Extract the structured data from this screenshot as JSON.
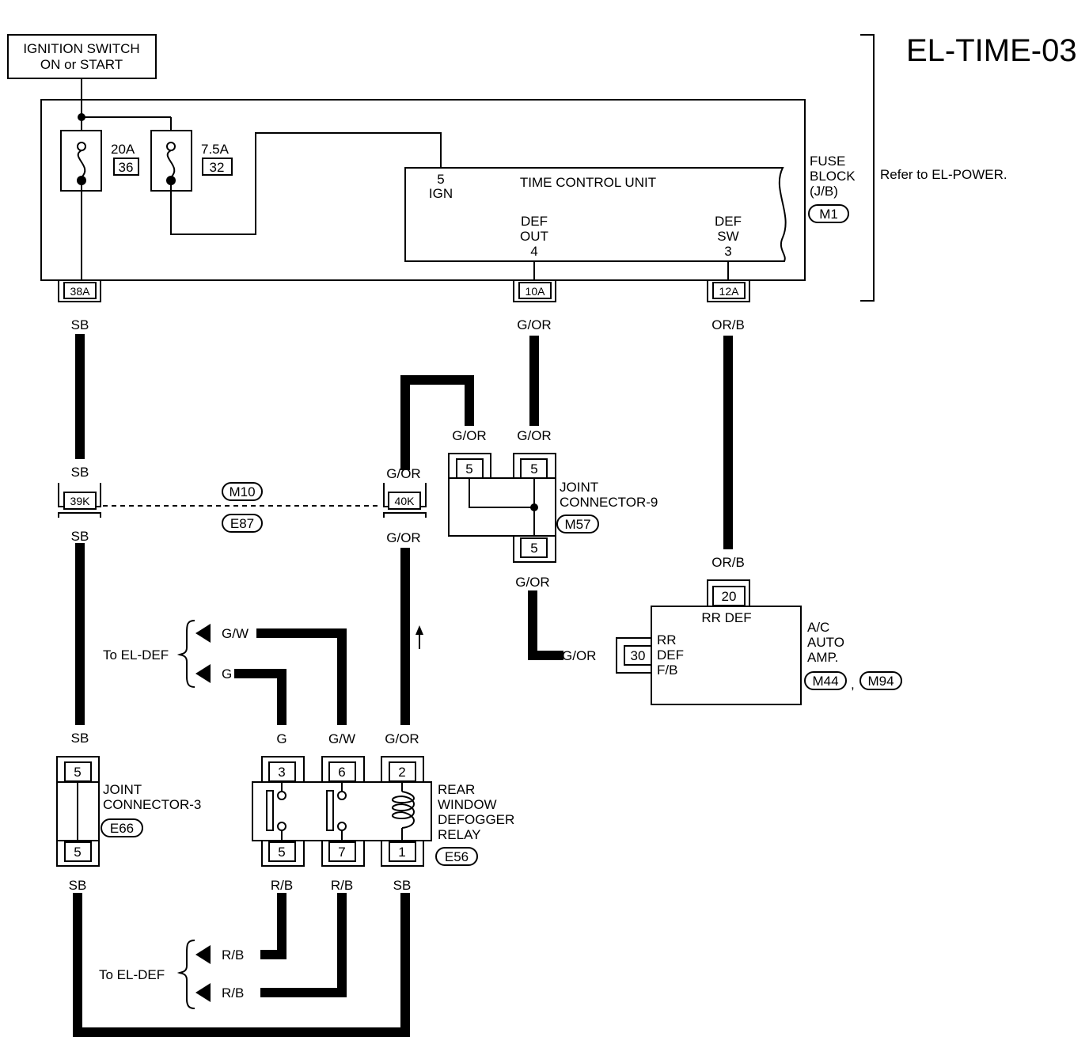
{
  "title": "EL-TIME-03",
  "ignition_switch": {
    "line1": "IGNITION SWITCH",
    "line2": "ON or START"
  },
  "fuses": [
    {
      "rating": "20A",
      "number": "36"
    },
    {
      "rating": "7.5A",
      "number": "32"
    }
  ],
  "fuse_block": {
    "line1": "FUSE",
    "line2": "BLOCK",
    "line3": "(J/B)",
    "connector": "M1",
    "refer": "Refer to EL-POWER."
  },
  "time_control_unit": {
    "title": "TIME CONTROL UNIT",
    "ign_pin": "5",
    "ign_label": "IGN",
    "def_out_l1": "DEF",
    "def_out_l2": "OUT",
    "def_out_pin": "4",
    "def_sw_l1": "DEF",
    "def_sw_l2": "SW",
    "def_sw_pin": "3"
  },
  "terminals": {
    "t38a": "38A",
    "t10a": "10A",
    "t12a": "12A",
    "t39k": "39K",
    "t40k": "40K"
  },
  "wire_colors": {
    "sb": "SB",
    "g_or": "G/OR",
    "or_b": "OR/B",
    "g_w": "G/W",
    "g": "G",
    "r_b": "R/B"
  },
  "harness": {
    "m10": "M10",
    "e87": "E87"
  },
  "joint_connector_9": {
    "line1": "JOINT",
    "line2": "CONNECTOR-9",
    "code": "M57",
    "pin": "5"
  },
  "ac_amp": {
    "pin_top": "20",
    "rr_def": "RR DEF",
    "pin_side": "30",
    "side_l1": "RR",
    "side_l2": "DEF",
    "side_l3": "F/B",
    "name_l1": "A/C",
    "name_l2": "AUTO",
    "name_l3": "AMP.",
    "code1": "M44",
    "code2": "M94",
    "sep": ","
  },
  "to_el_def": "To EL-DEF",
  "joint_connector_3": {
    "line1": "JOINT",
    "line2": "CONNECTOR-3",
    "code": "E66",
    "pin": "5"
  },
  "relay": {
    "line1": "REAR",
    "line2": "WINDOW",
    "line3": "DEFOGGER",
    "line4": "RELAY",
    "code": "E56",
    "pins_top": [
      "3",
      "6",
      "2"
    ],
    "pins_bottom": [
      "5",
      "7",
      "1"
    ]
  }
}
